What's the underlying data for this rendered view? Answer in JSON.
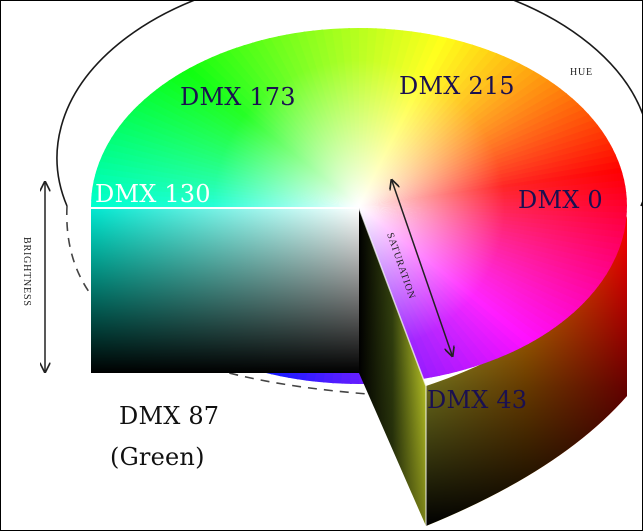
{
  "labels": {
    "dmx_173": "DMX 173",
    "dmx_215": "DMX 215",
    "dmx_130": "DMX 130",
    "dmx_0": "DMX 0",
    "dmx_43": "DMX 43",
    "dmx_87": "DMX 87",
    "green": "(Green)",
    "hue": "HUE",
    "saturation": "SATURATION",
    "brightness": "BRIGHTNESS"
  },
  "colors": {
    "label_dark": "#1a1050",
    "label_light": "#ffffff",
    "label_on_white": "#111111",
    "hue_red": "#ff0000",
    "hue_yellow": "#ffff00",
    "hue_green": "#00ff00",
    "hue_cyan": "#00ffff",
    "hue_blue": "#0000ff",
    "hue_magenta": "#ff00ff"
  }
}
